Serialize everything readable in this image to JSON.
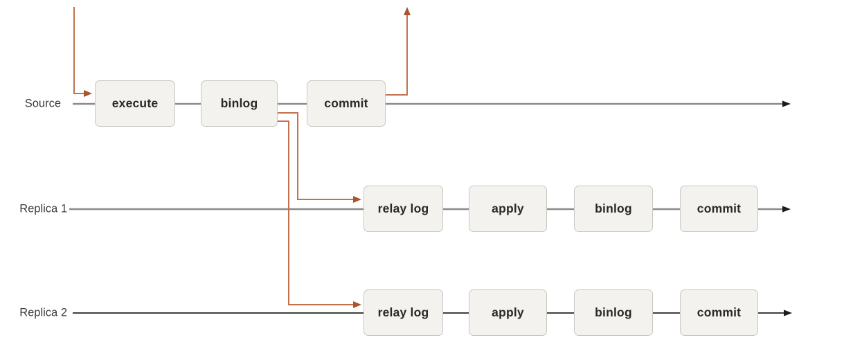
{
  "diagram": {
    "rows": [
      {
        "label": "Source",
        "boxes": [
          {
            "label": "execute"
          },
          {
            "label": "binlog"
          },
          {
            "label": "commit"
          }
        ]
      },
      {
        "label": "Replica 1",
        "boxes": [
          {
            "label": "relay log"
          },
          {
            "label": "apply"
          },
          {
            "label": "binlog"
          },
          {
            "label": "commit"
          }
        ]
      },
      {
        "label": "Replica 2",
        "boxes": [
          {
            "label": "relay log"
          },
          {
            "label": "apply"
          },
          {
            "label": "binlog"
          },
          {
            "label": "commit"
          }
        ]
      }
    ],
    "flows": [
      {
        "from": "offscreen-top",
        "to": "Source execute"
      },
      {
        "from": "Source commit",
        "to": "offscreen-top"
      },
      {
        "from": "Source binlog",
        "to": "Replica 1 relay log"
      },
      {
        "from": "Source binlog",
        "to": "Replica 2 relay log"
      }
    ],
    "colors": {
      "flow": "#c1714d",
      "flow-arrow": "#a8542c",
      "timeline": "#8a8a8a",
      "timeline-dark": "#3f3f3f",
      "arrowhead": "#1c1c1c",
      "box-fill": "#f3f2ef",
      "box-border": "#cac7c2",
      "box-text": "#2b2826",
      "label-text": "#403c3a"
    }
  }
}
